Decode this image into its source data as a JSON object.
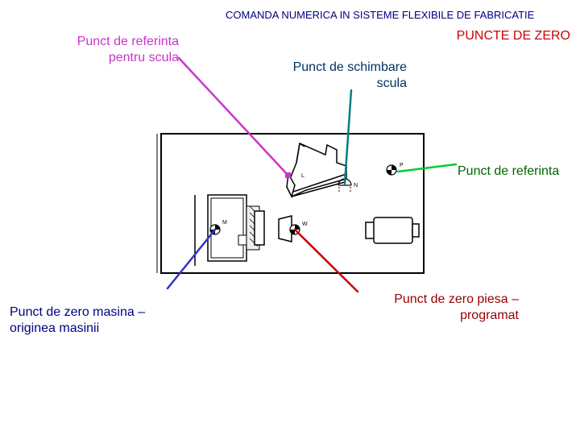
{
  "header": "COMANDA NUMERICA IN SISTEME FLEXIBILE DE FABRICATIE",
  "title": "PUNCTE DE ZERO",
  "labels": {
    "tool_reference": [
      "Punct de referinta",
      "pentru scula"
    ],
    "tool_change": [
      "Punct de schimbare",
      "scula"
    ],
    "reference": "Punct de referinta",
    "machine_zero": [
      "Punct de zero masina –",
      "originea masinii"
    ],
    "piece_zero": [
      "Punct de zero piesa –",
      "programat"
    ]
  },
  "diagram_letters": {
    "L": "L",
    "N": "N",
    "P": "P",
    "M": "M",
    "W": "W"
  },
  "colors": {
    "header": "#000080",
    "title": "#cc0000",
    "tool_reference": "#cc33cc",
    "tool_change": "#008080",
    "reference": "#00cc33",
    "machine_zero": "#3333cc",
    "piece_zero": "#cc0000"
  }
}
